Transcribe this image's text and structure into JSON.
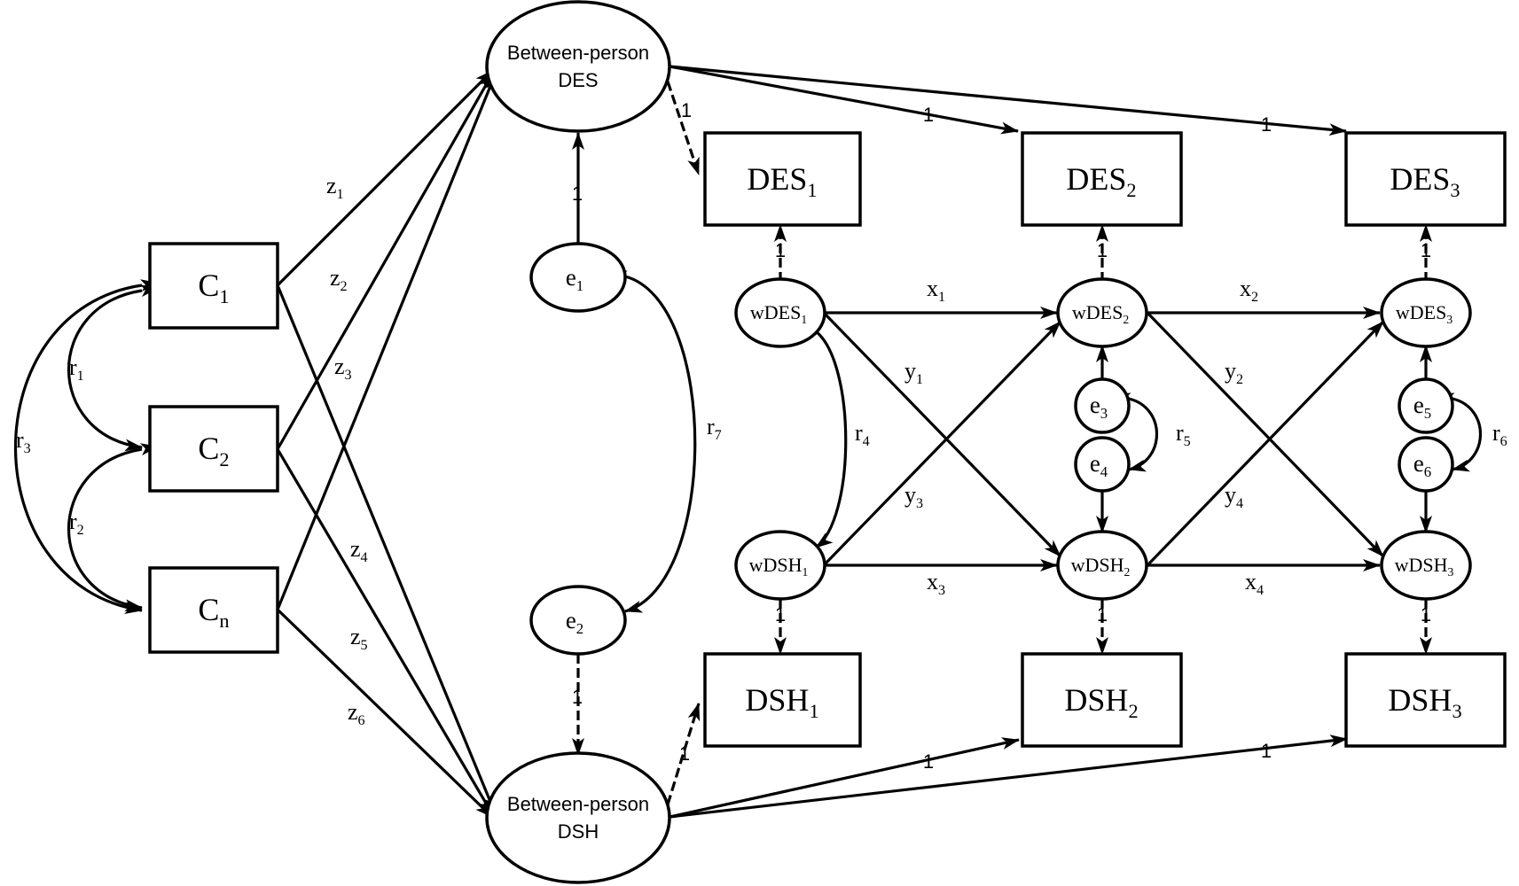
{
  "nodes": {
    "C1": {
      "base": "C",
      "sub": "1"
    },
    "C2": {
      "base": "C",
      "sub": "2"
    },
    "Cn": {
      "base": "C",
      "sub": "n"
    },
    "BDES": {
      "line1": "Between-person",
      "line2": "DES"
    },
    "BDSH": {
      "line1": "Between-person",
      "line2": "DSH"
    },
    "e1": {
      "base": "e",
      "sub": "1"
    },
    "e2": {
      "base": "e",
      "sub": "2"
    },
    "e3": {
      "base": "e",
      "sub": "3"
    },
    "e4": {
      "base": "e",
      "sub": "4"
    },
    "e5": {
      "base": "e",
      "sub": "5"
    },
    "e6": {
      "base": "e",
      "sub": "6"
    },
    "DES1": {
      "base": "DES",
      "sub": "1"
    },
    "DES2": {
      "base": "DES",
      "sub": "2"
    },
    "DES3": {
      "base": "DES",
      "sub": "3"
    },
    "DSH1": {
      "base": "DSH",
      "sub": "1"
    },
    "DSH2": {
      "base": "DSH",
      "sub": "2"
    },
    "DSH3": {
      "base": "DSH",
      "sub": "3"
    },
    "wDES1": {
      "base": "wDES",
      "sub": "1"
    },
    "wDES2": {
      "base": "wDES",
      "sub": "2"
    },
    "wDES3": {
      "base": "wDES",
      "sub": "3"
    },
    "wDSH1": {
      "base": "wDSH",
      "sub": "1"
    },
    "wDSH2": {
      "base": "wDSH",
      "sub": "2"
    },
    "wDSH3": {
      "base": "wDSH",
      "sub": "3"
    }
  },
  "labels": {
    "z1": {
      "base": "z",
      "sub": "1"
    },
    "z2": {
      "base": "z",
      "sub": "2"
    },
    "z3": {
      "base": "z",
      "sub": "3"
    },
    "z4": {
      "base": "z",
      "sub": "4"
    },
    "z5": {
      "base": "z",
      "sub": "5"
    },
    "z6": {
      "base": "z",
      "sub": "6"
    },
    "r1": {
      "base": "r",
      "sub": "1"
    },
    "r2": {
      "base": "r",
      "sub": "2"
    },
    "r3": {
      "base": "r",
      "sub": "3"
    },
    "r4": {
      "base": "r",
      "sub": "4"
    },
    "r5": {
      "base": "r",
      "sub": "5"
    },
    "r6": {
      "base": "r",
      "sub": "6"
    },
    "r7": {
      "base": "r",
      "sub": "7"
    },
    "x1": {
      "base": "x",
      "sub": "1"
    },
    "x2": {
      "base": "x",
      "sub": "2"
    },
    "x3": {
      "base": "x",
      "sub": "3"
    },
    "x4": {
      "base": "x",
      "sub": "4"
    },
    "y1": {
      "base": "y",
      "sub": "1"
    },
    "y2": {
      "base": "y",
      "sub": "2"
    },
    "y3": {
      "base": "y",
      "sub": "3"
    },
    "y4": {
      "base": "y",
      "sub": "4"
    }
  },
  "loading": "1"
}
